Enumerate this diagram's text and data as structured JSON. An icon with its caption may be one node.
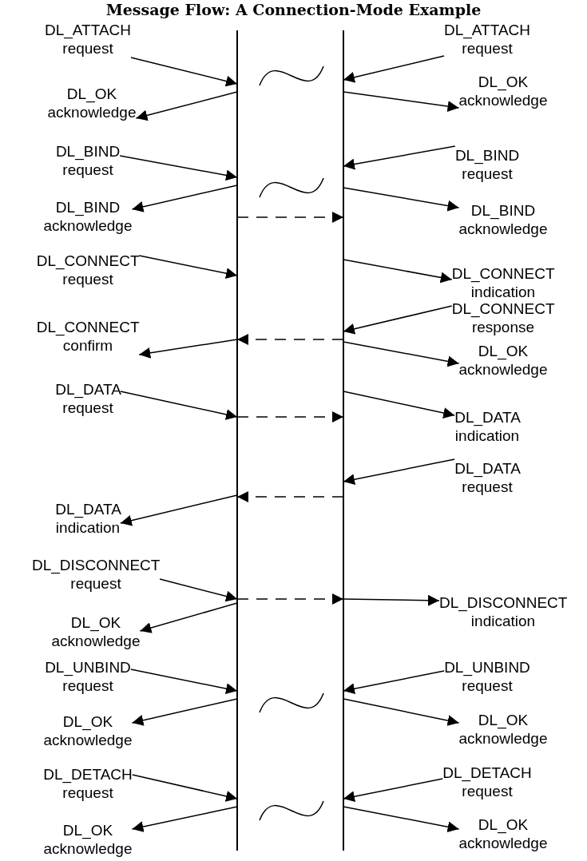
{
  "diagram": {
    "title": "Message Flow: A Connection-Mode Example",
    "nodes": [
      {
        "text": [],
        "shape": "bar"
      },
      {
        "text": [],
        "shape": "bar"
      },
      {
        "text": [
          "DL_ATTACH request"
        ]
      },
      {
        "text": [
          "DL_ATTACH request"
        ]
      },
      {
        "text": [
          "DL_OK acknowledge"
        ]
      },
      {
        "text": [
          "DL_OK acknowledge"
        ]
      },
      {
        "text": [
          "DL_BIND request"
        ]
      },
      {
        "text": [
          "DL_BIND request"
        ]
      },
      {
        "text": [
          "DL_BIND acknowledge"
        ]
      },
      {
        "text": [
          "DL_BIND acknowledge"
        ]
      },
      {
        "text": [
          "DL_CONNECT request"
        ]
      },
      {
        "text": [
          "DL_CONNECT indication"
        ]
      },
      {
        "text": [
          "DL_CONNECT response"
        ]
      },
      {
        "text": [
          "DL_CONNECT confirm"
        ]
      },
      {
        "text": [
          "DL_OK acknowledge"
        ]
      },
      {
        "text": [
          "DL_DATA request"
        ]
      },
      {
        "text": [
          "DL_DATA indication"
        ]
      },
      {
        "text": [
          "DL_DATA request"
        ]
      },
      {
        "text": [
          "DL_DATA indication"
        ]
      },
      {
        "text": [
          "DL_DISCONNECT request"
        ]
      },
      {
        "text": [
          "DL_OK acknowledge"
        ]
      },
      {
        "text": [
          "DL_DISCONNECT indication"
        ]
      },
      {
        "text": [
          "DL_UNBIND request"
        ]
      },
      {
        "text": [
          "DL_UNBIND request"
        ]
      },
      {
        "text": [
          "DL_OK acknowledge"
        ]
      },
      {
        "text": [
          "DL_OK acknowledge"
        ]
      },
      {
        "text": [
          "DL_DETACH request"
        ]
      },
      {
        "text": [
          "DL_DETACH request"
        ]
      },
      {
        "text": [
          "DL_OK acknowledge"
        ]
      },
      {
        "text": [
          "DL_OK acknowledge"
        ]
      }
    ],
    "edges": [
      {
        "from": 2,
        "to": 0,
        "arrow": "to"
      },
      {
        "from": 3,
        "to": 1,
        "arrow": "to"
      },
      {
        "from": 0,
        "to": 4,
        "arrow": "to"
      },
      {
        "from": 1,
        "to": 5,
        "arrow": "to"
      },
      {
        "from": 6,
        "to": 0,
        "arrow": "to"
      },
      {
        "from": 7,
        "to": 1,
        "arrow": "to"
      },
      {
        "from": 0,
        "to": 8,
        "arrow": "to"
      },
      {
        "from": 1,
        "to": 9,
        "arrow": "to"
      },
      {
        "from": 10,
        "to": 0,
        "arrow": "to"
      },
      {
        "from": 0,
        "to": 1,
        "arrow": "to",
        "style": "dashed"
      },
      {
        "from": 1,
        "to": 11,
        "arrow": "to"
      },
      {
        "from": 12,
        "to": 1,
        "arrow": "to"
      },
      {
        "from": 1,
        "to": 0,
        "arrow": "to",
        "style": "dashed"
      },
      {
        "from": 0,
        "to": 13,
        "arrow": "to"
      },
      {
        "from": 1,
        "to": 14,
        "arrow": "to"
      },
      {
        "from": 15,
        "to": 0,
        "arrow": "to"
      },
      {
        "from": 0,
        "to": 1,
        "arrow": "to",
        "style": "dashed"
      },
      {
        "from": 1,
        "to": 16,
        "arrow": "to"
      },
      {
        "from": 17,
        "to": 1,
        "arrow": "to"
      },
      {
        "from": 1,
        "to": 0,
        "arrow": "to",
        "style": "dashed"
      },
      {
        "from": 0,
        "to": 18,
        "arrow": "to"
      },
      {
        "from": 19,
        "to": 0,
        "arrow": "to"
      },
      {
        "from": 0,
        "to": 1,
        "arrow": "to",
        "style": "dashed"
      },
      {
        "from": 0,
        "to": 20,
        "arrow": "to"
      },
      {
        "from": 1,
        "to": 21,
        "arrow": "to"
      },
      {
        "from": 22,
        "to": 0,
        "arrow": "to"
      },
      {
        "from": 23,
        "to": 1,
        "arrow": "to"
      },
      {
        "from": 0,
        "to": 24,
        "arrow": "to"
      },
      {
        "from": 1,
        "to": 25,
        "arrow": "to"
      },
      {
        "from": 26,
        "to": 0,
        "arrow": "to"
      },
      {
        "from": 27,
        "to": 1,
        "arrow": "to"
      },
      {
        "from": 0,
        "to": 28,
        "arrow": "to"
      },
      {
        "from": 1,
        "to": 29,
        "arrow": "to"
      }
    ]
  }
}
